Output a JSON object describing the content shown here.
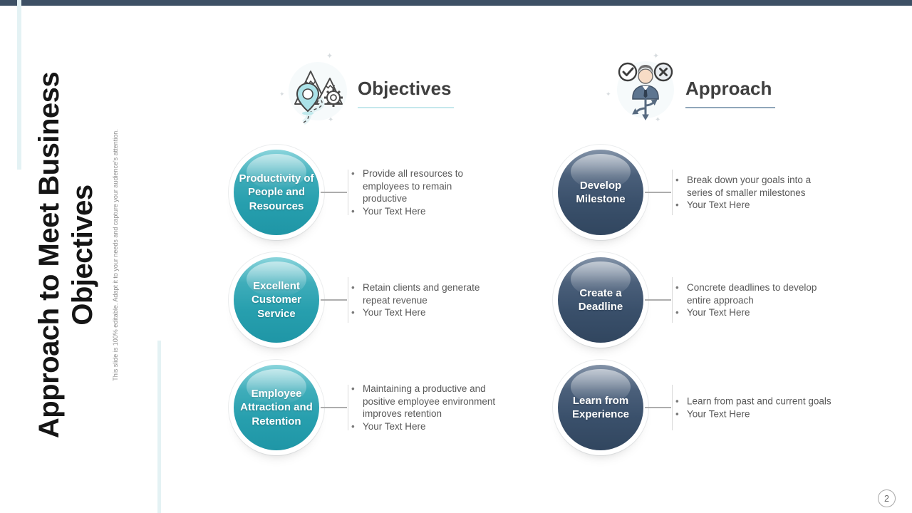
{
  "slide_title": "Approach to Meet Business Objectives",
  "side_note": "This slide is 100% editable. Adapt it to your needs and capture your audience's attention.",
  "page_number": "2",
  "sections": [
    {
      "header": "Objectives",
      "icon": "mountains-pin-gear-icon",
      "accent_color": "#279fae",
      "underline_color": "#c5e8ec",
      "items": [
        {
          "label": "Productivity of People and Resources",
          "bullets": [
            "Provide all resources to employees to remain productive",
            "Your Text Here"
          ]
        },
        {
          "label": "Excellent Customer Service",
          "bullets": [
            "Retain clients and generate repeat revenue",
            "Your Text Here"
          ]
        },
        {
          "label": "Employee Attraction and Retention",
          "bullets": [
            "Maintaining  a productive and positive employee environment improves retention",
            "Your Text Here"
          ]
        }
      ]
    },
    {
      "header": "Approach",
      "icon": "person-check-cross-arrows-icon",
      "accent_color": "#3a506b",
      "underline_color": "#90a6ba",
      "items": [
        {
          "label": "Develop Milestone",
          "bullets": [
            "Break down your goals into a series of smaller milestones",
            "Your Text Here"
          ]
        },
        {
          "label": "Create a Deadline",
          "bullets": [
            "Concrete deadlines to develop entire approach",
            "Your Text Here"
          ]
        },
        {
          "label": "Learn from Experience",
          "bullets": [
            "Learn from past and current goals",
            "Your Text Here"
          ]
        }
      ]
    }
  ],
  "colors": {
    "top_bar": "#3d5065",
    "stripe": "#e4f2f4",
    "teal_bubble": "#279fae",
    "dark_bubble": "#3a506b",
    "header_text": "#3f3f3f",
    "bullet_text": "#595959",
    "title_text": "#151515"
  }
}
